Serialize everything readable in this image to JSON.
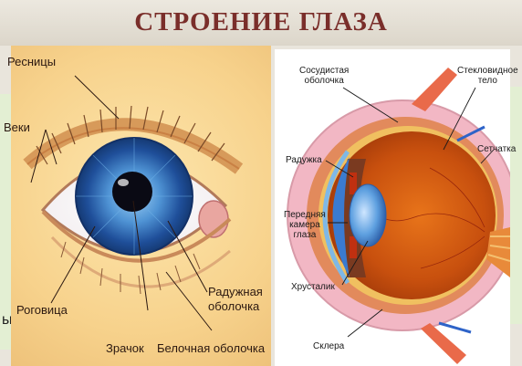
{
  "title": "СТРОЕНИЕ ГЛАЗА",
  "left_labels": {
    "eyelashes": "Ресницы",
    "eyelids": "Веки",
    "cornea": "Роговица",
    "pupil": "Зрачок",
    "sclera": "Белочная оболочка",
    "iris_line1": "Радужная",
    "iris_line2": "оболочка"
  },
  "right_labels": {
    "choroid_line1": "Сосудистая",
    "choroid_line2": "оболочка",
    "vitreous_line1": "Стекловидное",
    "vitreous_line2": "тело",
    "iris": "Радужка",
    "retina": "Сетчатка",
    "chamber_line1": "Передняя",
    "chamber_line2": "камера",
    "chamber_line3": "глаза",
    "lens": "Хрусталик",
    "sclera": "Склера"
  },
  "cut_text": "ы"
}
